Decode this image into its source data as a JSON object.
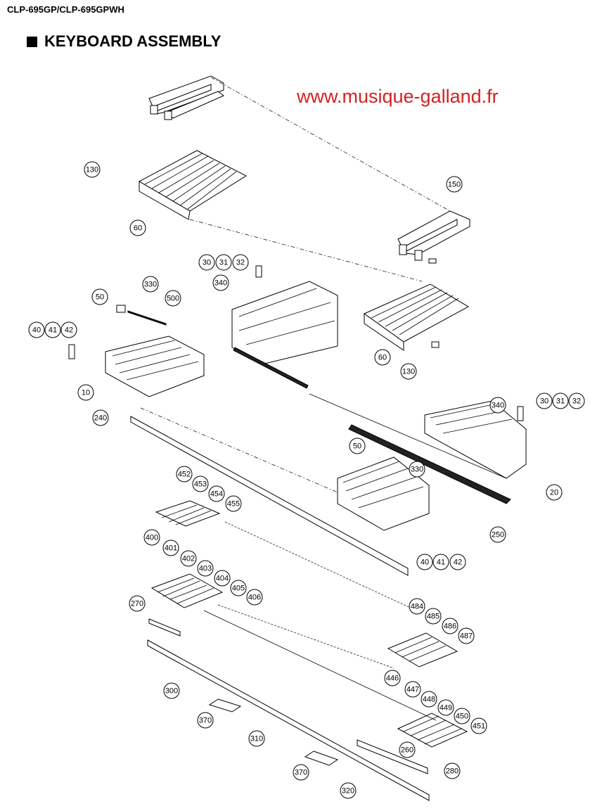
{
  "header": {
    "model": "CLP-695GP/CLP-695GPWH",
    "title": "KEYBOARD ASSEMBLY",
    "watermark": "www.musique-galland.fr"
  },
  "colors": {
    "watermark": "#d62020",
    "ink": "#000000"
  },
  "callouts": [
    {
      "label": "130"
    },
    {
      "label": "150"
    },
    {
      "label": "60"
    },
    {
      "label": "30"
    },
    {
      "label": "31"
    },
    {
      "label": "32"
    },
    {
      "label": "340"
    },
    {
      "label": "50"
    },
    {
      "label": "330"
    },
    {
      "label": "500"
    },
    {
      "label": "40"
    },
    {
      "label": "41"
    },
    {
      "label": "42"
    },
    {
      "label": "60"
    },
    {
      "label": "130"
    },
    {
      "label": "10"
    },
    {
      "label": "30"
    },
    {
      "label": "31"
    },
    {
      "label": "32"
    },
    {
      "label": "340"
    },
    {
      "label": "240"
    },
    {
      "label": "50"
    },
    {
      "label": "330"
    },
    {
      "label": "20"
    },
    {
      "label": "452"
    },
    {
      "label": "453"
    },
    {
      "label": "454"
    },
    {
      "label": "455"
    },
    {
      "label": "250"
    },
    {
      "label": "40"
    },
    {
      "label": "41"
    },
    {
      "label": "42"
    },
    {
      "label": "400"
    },
    {
      "label": "401"
    },
    {
      "label": "402"
    },
    {
      "label": "403"
    },
    {
      "label": "404"
    },
    {
      "label": "405"
    },
    {
      "label": "406"
    },
    {
      "label": "270"
    },
    {
      "label": "484"
    },
    {
      "label": "485"
    },
    {
      "label": "486"
    },
    {
      "label": "487"
    },
    {
      "label": "300"
    },
    {
      "label": "446"
    },
    {
      "label": "447"
    },
    {
      "label": "448"
    },
    {
      "label": "449"
    },
    {
      "label": "450"
    },
    {
      "label": "451"
    },
    {
      "label": "370"
    },
    {
      "label": "310"
    },
    {
      "label": "260"
    },
    {
      "label": "370"
    },
    {
      "label": "280"
    },
    {
      "label": "320"
    }
  ]
}
